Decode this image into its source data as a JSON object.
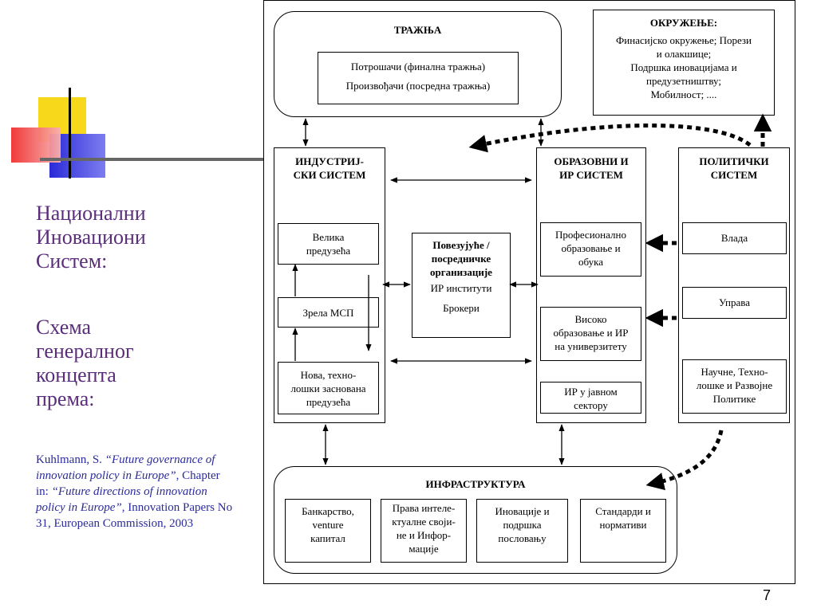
{
  "slide": {
    "heading_lines": [
      "Национални",
      "Иновациони",
      "Систем:"
    ],
    "subheading_lines": [
      "Схема",
      "генералног",
      "концепта",
      "према:"
    ],
    "citation": {
      "author": "Kuhlmann, S.",
      "title": "“Future governance of innovation policy in Europe”",
      "chapter_in": ", Chapter in:",
      "book": "“Future directions of innovation policy in Europe”",
      "tail": ", Innovation Papers No 31, European Commission, 2003"
    },
    "page_number": "7"
  },
  "diagram": {
    "demand": {
      "title": "ТРАЖЊА",
      "line1": "Потрошачи (финална тражња)",
      "line2": "Произвођачи (посредна тражња)"
    },
    "environment": {
      "title": "ОКРУЖЕЊЕ:",
      "lines": [
        "Финасијско окружење; Порези",
        "и олакшице;",
        "Подршка иновацијама и",
        "предузетништву;",
        "Мобилност; ...."
      ]
    },
    "industrial": {
      "title_lines": [
        "ИНДУСТРИЈ-",
        "СКИ СИСТЕМ"
      ],
      "large": [
        "Велика",
        "предузећа"
      ],
      "mature": "Зрела МСП",
      "new": [
        "Нова, техно-",
        "лошки заснована",
        "предузећа"
      ]
    },
    "intermediary": {
      "title_lines": [
        "Повезујуће /",
        "посредничке",
        "организације"
      ],
      "line1": "ИР институти",
      "line2": "Брокери"
    },
    "education": {
      "title_lines": [
        "ОБРАЗОВНИ И",
        "ИР СИСТЕМ"
      ],
      "vocational": [
        "Професионално",
        "образовање и",
        "обука"
      ],
      "higher": [
        "Високо",
        "образовање и ИР",
        "на универзитету"
      ],
      "public": [
        "ИР у јавном",
        "сектору"
      ]
    },
    "political": {
      "title_lines": [
        "ПОЛИТИЧКИ",
        "СИСТЕМ"
      ],
      "government": "Влада",
      "governance": "Управа",
      "policies": [
        "Научне, Техно-",
        "лошке и Развојне",
        "Политике"
      ]
    },
    "infrastructure": {
      "title": "ИНФРАСТРУКТУРА",
      "banking": [
        "Банкарство,",
        "venture",
        "капитал"
      ],
      "ipr": [
        "Права интеле-",
        "ктуалне своји-",
        "не и Инфор-",
        "мације"
      ],
      "innovation": [
        "Иновације и",
        "подршка",
        "пословању"
      ],
      "standards": [
        "Стандарди и",
        "нормативи"
      ]
    }
  }
}
